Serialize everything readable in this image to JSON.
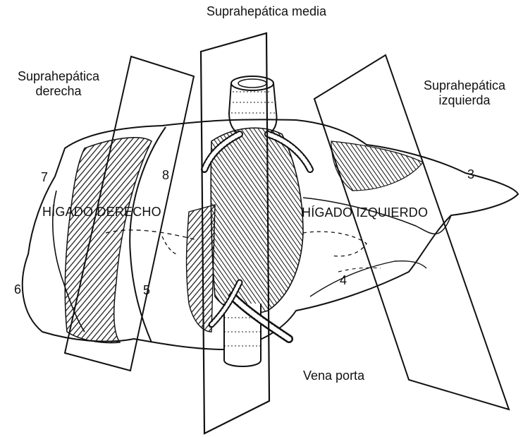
{
  "labels": {
    "suprahepatica_media": "Suprahepática media",
    "suprahepatica_derecha": [
      "Suprahepática",
      "derecha"
    ],
    "suprahepatica_izquierda": [
      "Suprahepática",
      "izquierda"
    ],
    "higado_derecho": "HÍGADO DERECHO",
    "higado_izquierdo": "HÍGADO IZQUIERDO",
    "vena_porta": "Vena porta"
  },
  "segments": [
    "3",
    "4",
    "5",
    "6",
    "7",
    "8"
  ],
  "colors": {
    "ink": "#111111",
    "background": "#ffffff"
  }
}
